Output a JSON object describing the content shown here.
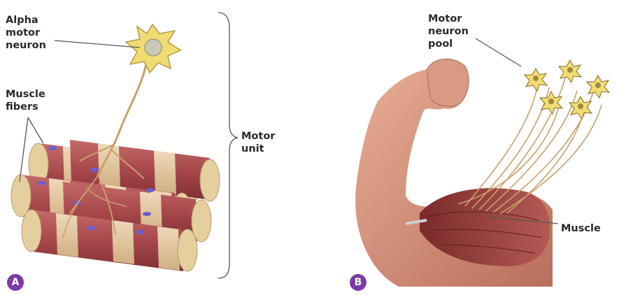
{
  "panel_a": {
    "badge": "A",
    "labels": {
      "alpha_motor_neuron": "Alpha\nmotor\nneuron",
      "muscle_fibers": "Muscle\nfibers",
      "motor_unit": "Motor\nunit"
    }
  },
  "panel_b": {
    "badge": "B",
    "labels": {
      "motor_neuron_pool": "Motor\nneuron\npool",
      "muscle": "Muscle"
    }
  },
  "colors": {
    "fiber_red": "#a8484c",
    "fiber_band": "#ecd7aa",
    "neuron_yellow": "#f1dc74",
    "nucleus": "#6a5fd0",
    "skin": "#d9977f",
    "badge": "#7c3aa8"
  }
}
